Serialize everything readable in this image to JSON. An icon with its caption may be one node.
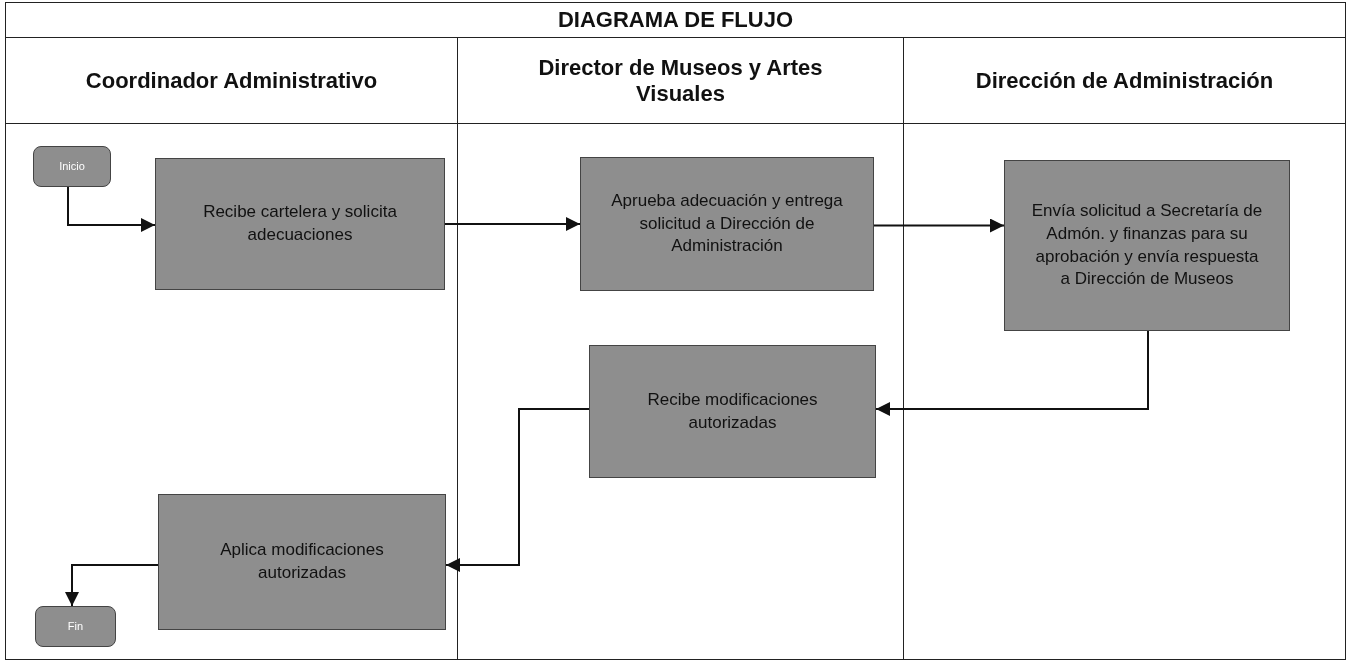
{
  "diagram": {
    "title": "DIAGRAMA DE FLUJO",
    "nodes": [
      {
        "text": [
          "Coordinador Administrativo"
        ]
      },
      {
        "text": [
          "Director de Museos y Artes Visuales"
        ]
      },
      {
        "text": [
          "Dirección de Administración"
        ]
      },
      {
        "text": [
          "Inicio"
        ],
        "in": 0
      },
      {
        "text": [
          "Recibe cartelera y solicita adecuaciones"
        ],
        "in": 0
      },
      {
        "text": [
          "Aprueba adecuación y entrega solicitud a Dirección de Administración"
        ],
        "in": 1
      },
      {
        "text": [
          "Envía solicitud a Secretaría de Admón. y finanzas para su aprobación y envía respuesta a Dirección de Museos"
        ],
        "in": 2
      },
      {
        "text": [
          "Recibe modificaciones autorizadas"
        ],
        "in": 1
      },
      {
        "text": [
          "Aplica modificaciones autorizadas"
        ],
        "in": 0
      },
      {
        "text": [
          "Fin"
        ],
        "in": 0
      }
    ],
    "edges": [
      {
        "from": 3,
        "to": 4,
        "arrow": "to"
      },
      {
        "from": 4,
        "to": 5,
        "arrow": "to"
      },
      {
        "from": 5,
        "to": 6,
        "arrow": "to"
      },
      {
        "from": 6,
        "to": 7,
        "arrow": "to"
      },
      {
        "from": 7,
        "to": 8,
        "arrow": "to"
      },
      {
        "from": 8,
        "to": 9,
        "arrow": "to"
      }
    ]
  }
}
